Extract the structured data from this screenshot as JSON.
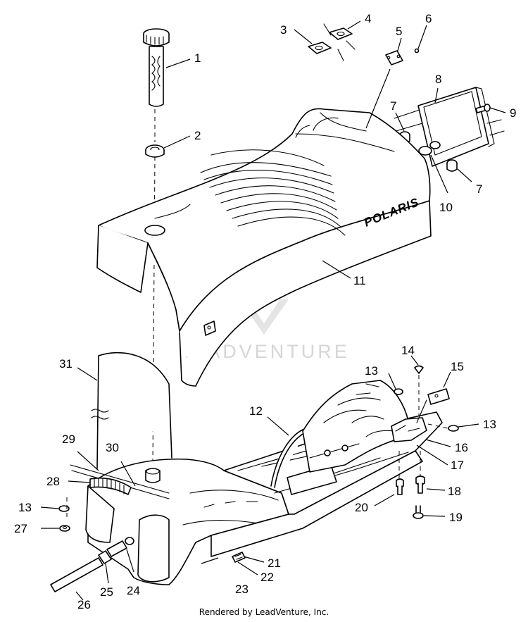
{
  "diagram": {
    "brand_on_seat": "POLARIS",
    "watermark": "LEADVENTURE",
    "footer": "Rendered by LeadVenture, Inc.",
    "callouts": [
      {
        "id": "c1",
        "label": "1"
      },
      {
        "id": "c2",
        "label": "2"
      },
      {
        "id": "c3",
        "label": "3"
      },
      {
        "id": "c4",
        "label": "4"
      },
      {
        "id": "c5",
        "label": "5"
      },
      {
        "id": "c6",
        "label": "6"
      },
      {
        "id": "c7a",
        "label": "7"
      },
      {
        "id": "c7b",
        "label": "7"
      },
      {
        "id": "c8",
        "label": "8"
      },
      {
        "id": "c9",
        "label": "9"
      },
      {
        "id": "c10",
        "label": "10"
      },
      {
        "id": "c11",
        "label": "11"
      },
      {
        "id": "c12",
        "label": "12"
      },
      {
        "id": "c13a",
        "label": "13"
      },
      {
        "id": "c13b",
        "label": "13"
      },
      {
        "id": "c13c",
        "label": "13"
      },
      {
        "id": "c14",
        "label": "14"
      },
      {
        "id": "c15",
        "label": "15"
      },
      {
        "id": "c16",
        "label": "16"
      },
      {
        "id": "c17",
        "label": "17"
      },
      {
        "id": "c18",
        "label": "18"
      },
      {
        "id": "c19",
        "label": "19"
      },
      {
        "id": "c20",
        "label": "20"
      },
      {
        "id": "c21",
        "label": "21"
      },
      {
        "id": "c22",
        "label": "22"
      },
      {
        "id": "c23",
        "label": "23"
      },
      {
        "id": "c24",
        "label": "24"
      },
      {
        "id": "c25",
        "label": "25"
      },
      {
        "id": "c26",
        "label": "26"
      },
      {
        "id": "c27",
        "label": "27"
      },
      {
        "id": "c28",
        "label": "28"
      },
      {
        "id": "c29",
        "label": "29"
      },
      {
        "id": "c30",
        "label": "30"
      },
      {
        "id": "c31",
        "label": "31"
      }
    ]
  }
}
